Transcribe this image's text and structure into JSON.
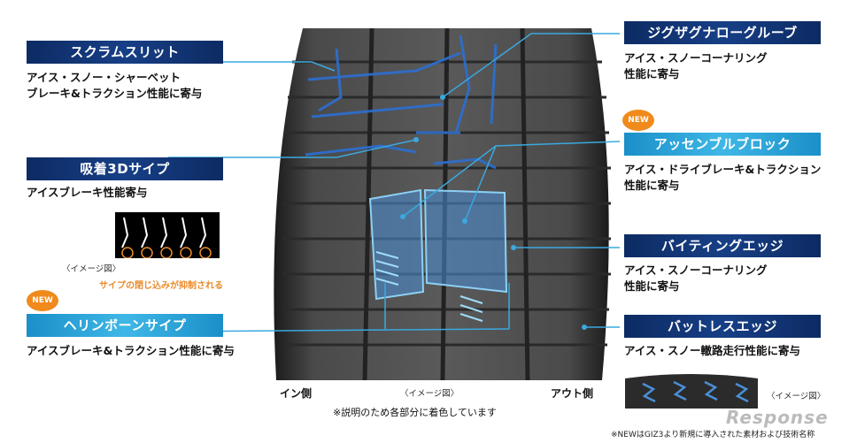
{
  "features": {
    "scrum_slit": {
      "title": "スクラムスリット",
      "desc1": "アイス・スノー・シャーベット",
      "desc2": "ブレーキ&トラクション性能に寄与"
    },
    "adsorption_sipe": {
      "title": "吸着3Dサイプ",
      "desc1": "アイスブレーキ性能寄与"
    },
    "herringbone_sipe": {
      "title": "ヘリンボーンサイプ",
      "desc1": "アイスブレーキ&トラクション性能に寄与"
    },
    "zigzag_groove": {
      "title": "ジグザグナローグルーブ",
      "desc1": "アイス・スノーコーナリング",
      "desc2": "性能に寄与"
    },
    "assemble_block": {
      "title": "アッセンブルブロック",
      "desc1": "アイス・ドライブレーキ&トラクション",
      "desc2": "性能に寄与"
    },
    "biting_edge": {
      "title": "バイティングエッジ",
      "desc1": "アイス・スノーコーナリング",
      "desc2": "性能に寄与"
    },
    "buttress_edge": {
      "title": "バットレスエッジ",
      "desc1": "アイス・スノー轍路走行性能に寄与"
    }
  },
  "badges": {
    "new_left": "NEW",
    "new_right": "NEW"
  },
  "insets": {
    "sipe_image_label": "〈イメージ図〉",
    "sipe_caption": "サイプの閉じ込みが抑制される",
    "buttress_image_label": "〈イメージ図〉"
  },
  "tire": {
    "image_label": "〈イメージ図〉",
    "inner_side": "イン側",
    "outer_side": "アウト側"
  },
  "notes": {
    "coloring": "※説明のため各部分に着色しています",
    "new_footnote": "※NEWはGIZ3より新規に導入された素材および技術名称"
  },
  "watermark": "Response",
  "colors": {
    "dark_label": "#173f86",
    "light_label": "#3fb7e6",
    "new_badge": "#f08a1c",
    "callout_line": "#3aa9df"
  }
}
